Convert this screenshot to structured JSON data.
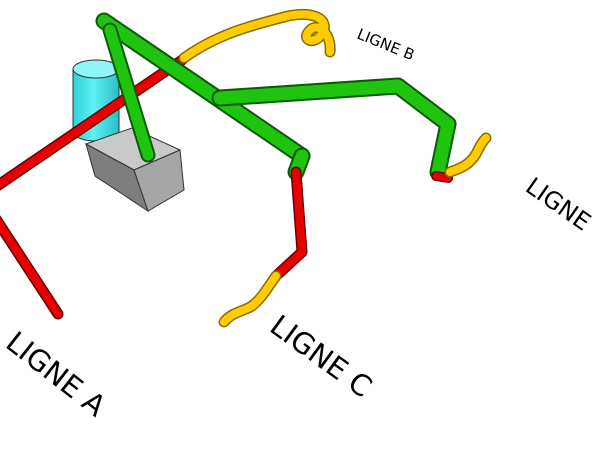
{
  "labels": {
    "line_a": "LIGNE A",
    "line_b": "LIGNE B",
    "line_c": "LIGNE C",
    "line_d": "LIGNE"
  },
  "colors": {
    "red_pipe": "#e80000",
    "green_pipe": "#1fc40f",
    "yellow_pipe": "#ffcc00",
    "tank": "#38e6ec",
    "box": "#a8a8a8",
    "background": "#ffffff",
    "text": "#000000"
  }
}
